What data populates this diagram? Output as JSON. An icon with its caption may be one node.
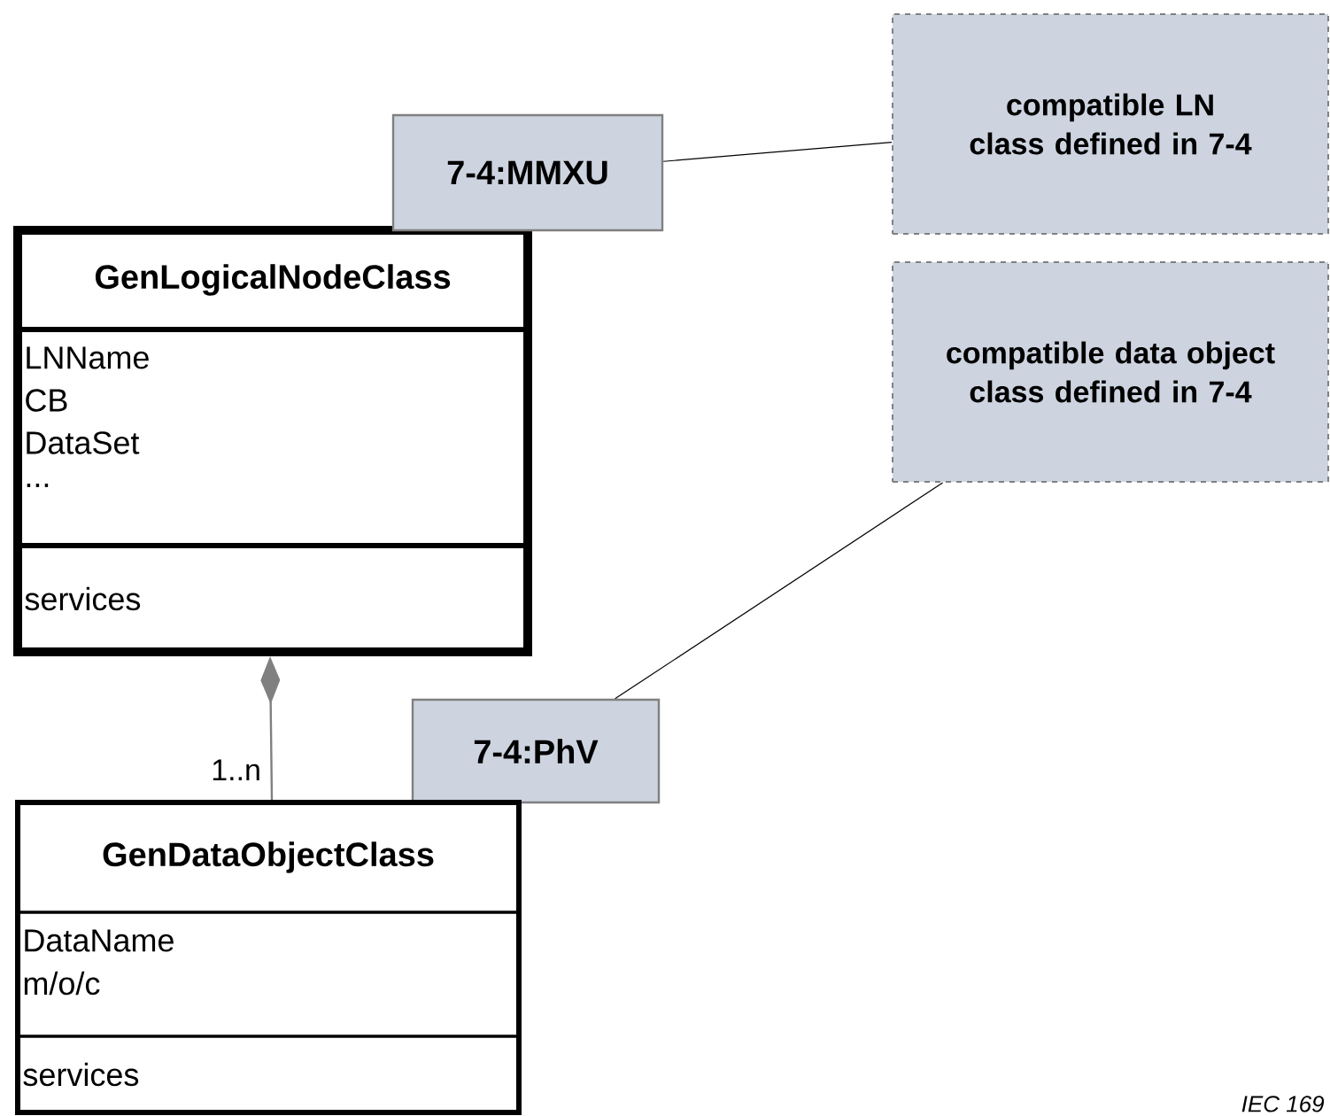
{
  "diagram": {
    "nodes": [
      {
        "text": [
          "GenLogicalNodeClass",
          "LNName",
          "CB",
          "DataSet",
          "...",
          "services"
        ]
      },
      {
        "text": [
          "7-4:MMXU"
        ]
      },
      {
        "text": [
          "compatible LN class defined in 7-4"
        ]
      },
      {
        "text": [
          "compatible data object class defined in 7-4"
        ]
      },
      {
        "text": [
          "7-4:PhV"
        ]
      },
      {
        "text": [
          "GenDataObjectClass",
          "DataName",
          "m/o/c",
          "services"
        ]
      }
    ],
    "edges": [
      {
        "from": 1,
        "to": 2,
        "arrow": "none"
      },
      {
        "from": 4,
        "to": 3,
        "arrow": "none"
      },
      {
        "from": 5,
        "to": 0,
        "arrow": "other",
        "color": "#808080"
      }
    ],
    "labels": [
      "1..n",
      "IEC 169"
    ]
  }
}
